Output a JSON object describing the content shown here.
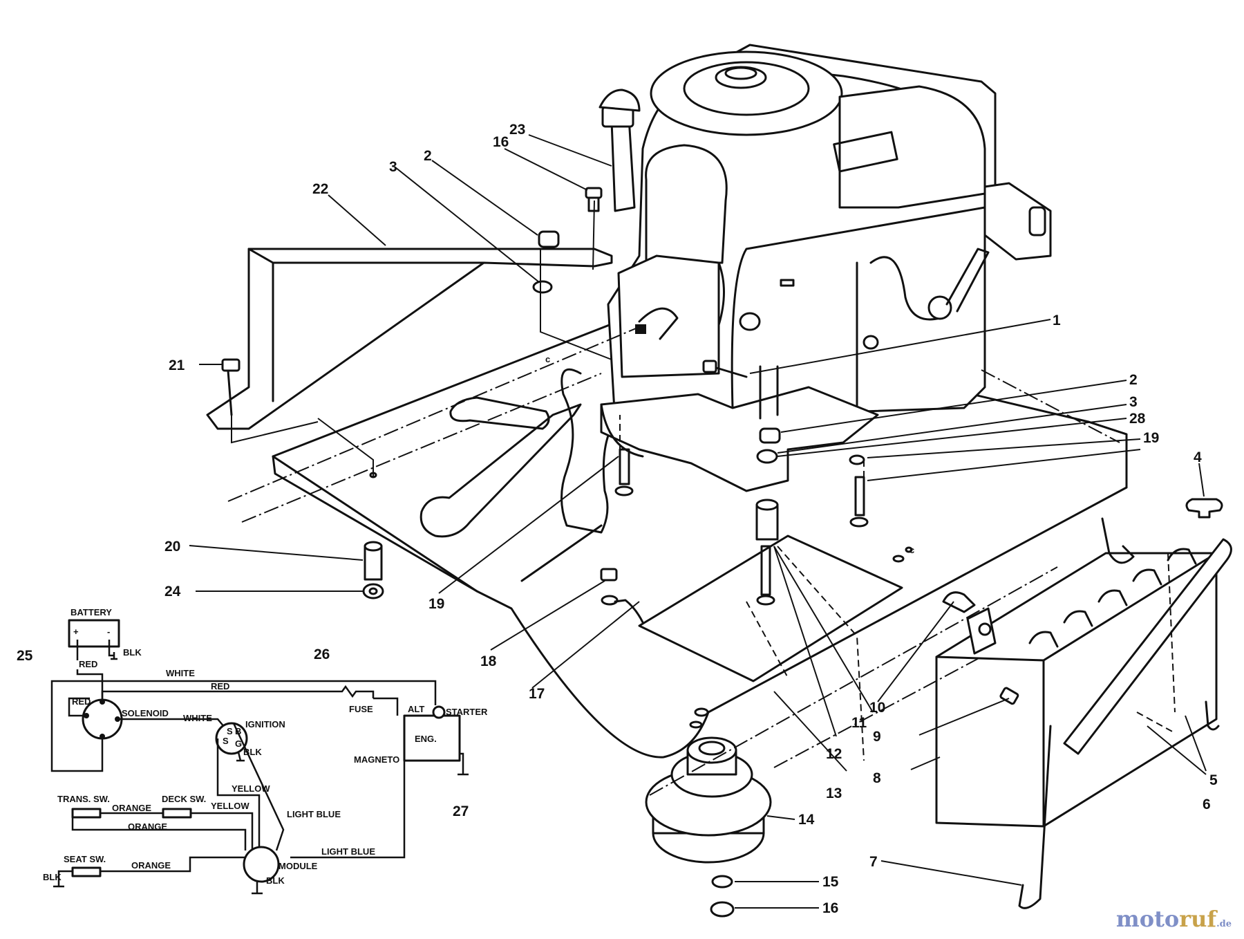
{
  "callouts": {
    "c1": "1",
    "c2a": "2",
    "c2b": "2",
    "c3a": "3",
    "c3b": "3",
    "c4": "4",
    "c5": "5",
    "c6": "6",
    "c7": "7",
    "c8": "8",
    "c9": "9",
    "c10": "10",
    "c11": "11",
    "c12": "12",
    "c13": "13",
    "c14": "14",
    "c15": "15",
    "c16a": "16",
    "c16b": "16",
    "c17": "17",
    "c18": "18",
    "c19a": "19",
    "c19b": "19",
    "c20": "20",
    "c21": "21",
    "c22": "22",
    "c23": "23",
    "c24": "24",
    "c25": "25",
    "c26": "26",
    "c27": "27",
    "c28": "28"
  },
  "wiring": {
    "battery": "BATTERY",
    "plus": "+",
    "minus": "-",
    "blk_battery": "BLK",
    "red_battery": "RED",
    "white_top": "WHITE",
    "red_top": "RED",
    "red_solenoid": "RED",
    "solenoid": "SOLENOID",
    "white_ignition": "WHITE",
    "ignition": "IGNITION",
    "ignition_s1": "S",
    "ignition_b": "B",
    "ignition_s2": "S",
    "ignition_g": "G",
    "blk_ignition": "BLK",
    "fuse": "FUSE",
    "alt": "ALT",
    "starter": "STARTER",
    "eng": "ENG.",
    "magneto": "MAGNETO",
    "yellow_1": "YELLOW",
    "yellow_2": "YELLOW",
    "light_blue_1": "LIGHT BLUE",
    "light_blue_2": "LIGHT BLUE",
    "trans_sw": "TRANS. SW.",
    "orange_1": "ORANGE",
    "deck_sw": "DECK SW.",
    "orange_2": "ORANGE",
    "seat_sw": "SEAT SW.",
    "orange_3": "ORANGE",
    "blk_seat": "BLK",
    "module": "MODULE",
    "blk_module": "BLK"
  },
  "plate_marks": {
    "letter_c": "c",
    "letter_c2": "c"
  },
  "watermark": {
    "part1": "moto",
    "part2": "ruf",
    "part3": ".de"
  }
}
